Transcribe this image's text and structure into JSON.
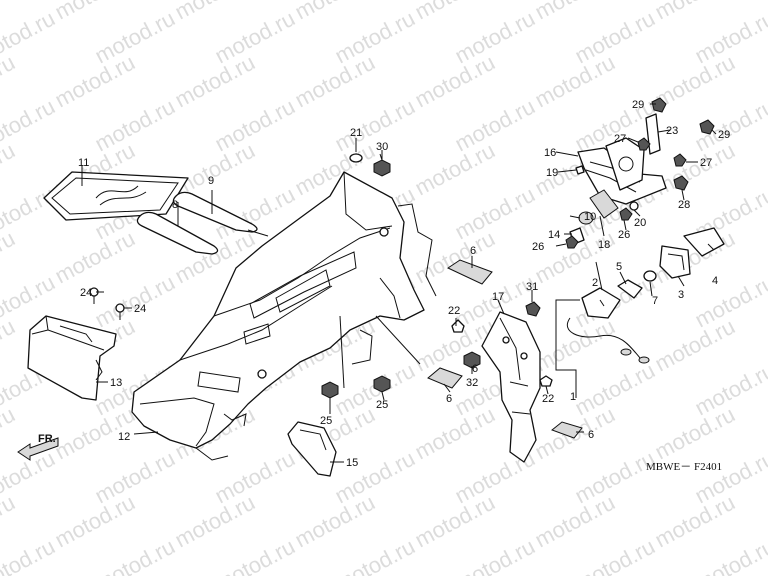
{
  "diagram": {
    "code": "MBWE－ F2401",
    "direction_label": "FR.",
    "watermark": "motod.ru",
    "part_numbers": [
      "1",
      "2",
      "3",
      "4",
      "5",
      "6",
      "6",
      "6",
      "6",
      "7",
      "8",
      "9",
      "10",
      "11",
      "12",
      "13",
      "14",
      "15",
      "16",
      "17",
      "18",
      "19",
      "20",
      "21",
      "22",
      "22",
      "23",
      "24",
      "24",
      "25",
      "25",
      "26",
      "26",
      "27",
      "27",
      "28",
      "29",
      "29",
      "30",
      "31",
      "32"
    ]
  }
}
